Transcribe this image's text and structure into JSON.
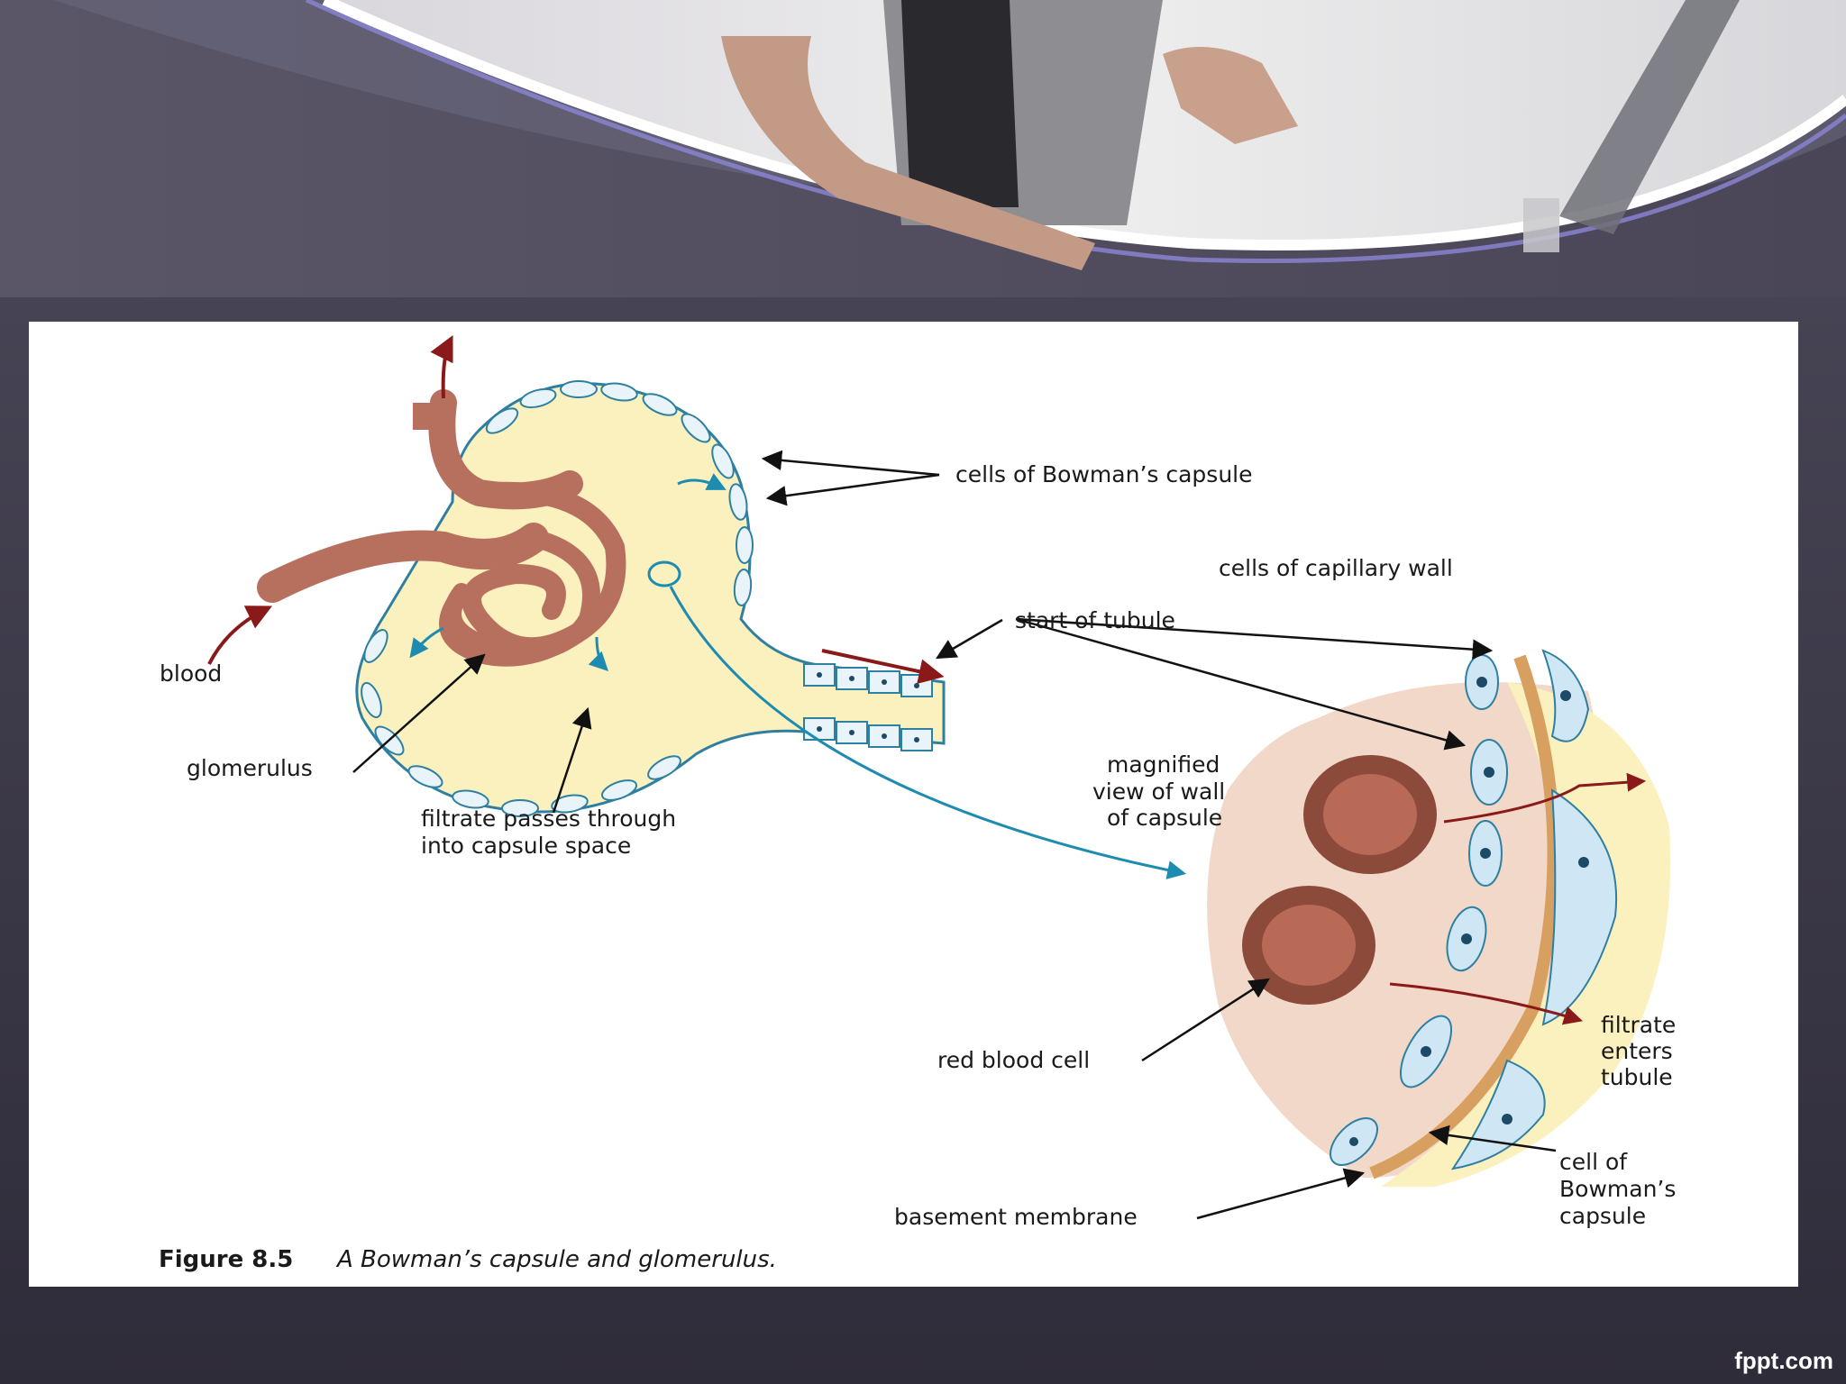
{
  "slide": {
    "watermark": "fppt.com"
  },
  "figure": {
    "caption_number": "Figure 8.5",
    "caption_text": "A Bowman’s capsule and glomerulus.",
    "labels": {
      "cells_bowman": "cells of Bowman’s capsule",
      "cells_capillary": "cells of capillary wall",
      "start_tubule": "start of tubule",
      "blood": "blood",
      "glomerulus": "glomerulus",
      "filtrate_passes_1": "filtrate passes through",
      "filtrate_passes_2": "into capsule space",
      "magnified_1": "magnified",
      "magnified_2": "view of wall",
      "magnified_3": "of capsule",
      "red_blood_cell": "red blood cell",
      "filtrate_enters_1": "filtrate",
      "filtrate_enters_2": "enters",
      "filtrate_enters_3": "tubule",
      "cell_bowman_1": "cell of",
      "cell_bowman_2": "Bowman’s",
      "cell_bowman_3": "capsule",
      "basement_membrane": "basement membrane"
    }
  },
  "colors": {
    "blood_vessel": "#b8705e",
    "capsule_space": "#fbf1bf",
    "cell_outline": "#2f7fa0",
    "arrow_red": "#8a1a1a",
    "arrow_blue": "#1e8bb0",
    "red_cell": "#8c4a3a"
  }
}
